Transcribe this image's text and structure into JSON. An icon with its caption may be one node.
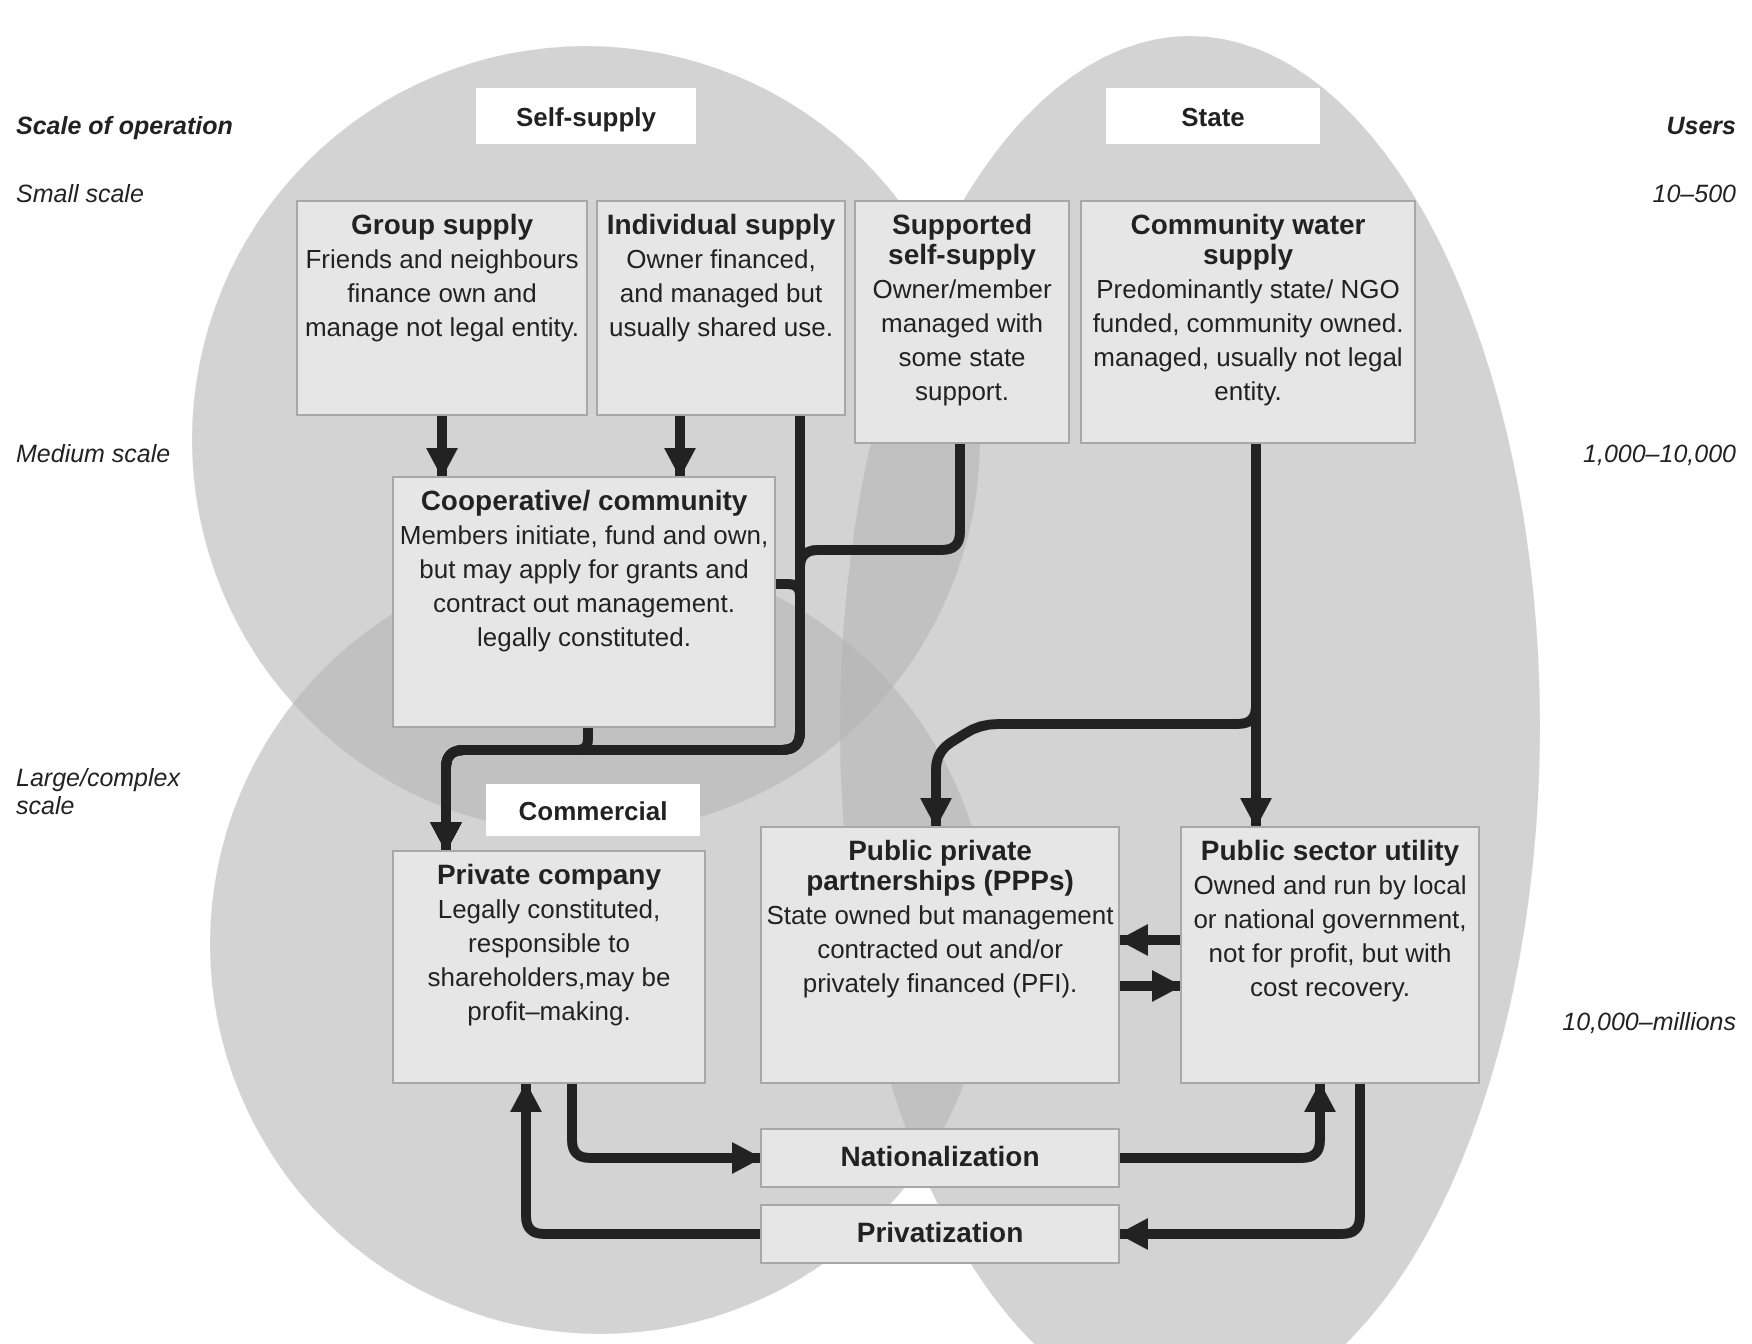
{
  "diagram": {
    "nodes": [
      {
        "text": [
          "Self-supply"
        ]
      },
      {
        "text": [
          "State"
        ]
      },
      {
        "text": [
          "Commercial"
        ]
      },
      {
        "text": [
          "Group supply",
          "Friends and neighbours finance own and manage not legal entity."
        ]
      },
      {
        "text": [
          "Individual supply",
          "Owner financed, and managed but usually shared use."
        ]
      },
      {
        "text": [
          "Supported self-supply",
          "Owner/member managed with some state support."
        ]
      },
      {
        "text": [
          "Community water supply",
          "Predominantly state/ NGO funded, community owned. managed, usually not legal entity."
        ]
      },
      {
        "text": [
          "Cooperative/ community",
          "Members initiate, fund and own, but may apply for grants and contract out management. legally constituted."
        ]
      },
      {
        "text": [
          "Private company",
          "Legally constituted, responsible to shareholders,may be profit–making."
        ]
      },
      {
        "text": [
          "Public private partnerships (PPPs)",
          "State owned but management contracted out and/or privately financed (PFI)."
        ]
      },
      {
        "text": [
          "Public sector utility",
          "Owned and run by local or national government, not for profit, but with cost recovery."
        ]
      },
      {
        "text": [
          "Nationalization"
        ]
      },
      {
        "text": [
          "Privatization"
        ]
      }
    ],
    "edges": [
      {
        "from": 3,
        "to": 7,
        "arrow": "to"
      },
      {
        "from": 4,
        "to": 7,
        "arrow": "to"
      },
      {
        "from": 4,
        "to": 8,
        "arrow": "to"
      },
      {
        "from": 5,
        "to": 8,
        "arrow": "to"
      },
      {
        "from": 7,
        "to": 8,
        "arrow": "to"
      },
      {
        "from": 7,
        "to": 8,
        "arrow": "to"
      },
      {
        "from": 6,
        "to": 10,
        "arrow": "to"
      },
      {
        "from": 6,
        "to": 9,
        "arrow": "to"
      },
      {
        "from": 10,
        "to": 9,
        "arrow": "to"
      },
      {
        "from": 9,
        "to": 10,
        "arrow": "to"
      },
      {
        "from": 8,
        "to": 11,
        "arrow": "to"
      },
      {
        "from": 11,
        "to": 10,
        "arrow": "to"
      },
      {
        "from": 10,
        "to": 12,
        "arrow": "to"
      },
      {
        "from": 12,
        "to": 8,
        "arrow": "to"
      }
    ],
    "labels": [
      "Scale of operation",
      "Users",
      "Small scale",
      "10–500",
      "Medium scale",
      "1,000–10,000",
      "Large/complex scale",
      "10,000–millions"
    ]
  }
}
